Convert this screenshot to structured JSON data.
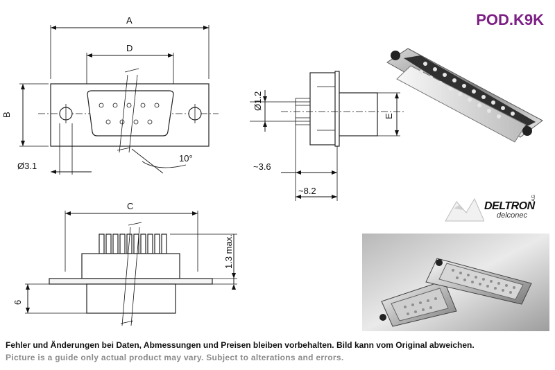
{
  "product_code": "POD.K9K",
  "dimensions": {
    "front": {
      "A": "A",
      "D": "D",
      "B": "B",
      "hole": "Ø3.1",
      "angle": "10°"
    },
    "side": {
      "pin": "Ø1.2",
      "E": "E",
      "depth1": "~3.6",
      "depth2": "~8.2"
    },
    "bottom": {
      "C": "C",
      "pin_height": "1.3 max.",
      "height": "6"
    }
  },
  "logo": {
    "brand": "DELTRON",
    "sub": "delconec",
    "suffix": "AG"
  },
  "footer": {
    "de": "Fehler und Änderungen bei Daten, Abmessungen und Preisen bleiben vorbehalten. Bild kann vom Original abweichen.",
    "en": "Picture is a guide only actual product may vary. Subject to alterations and errors."
  },
  "colors": {
    "code": "#7c1f84",
    "footer_en": "#8b8b8b"
  }
}
